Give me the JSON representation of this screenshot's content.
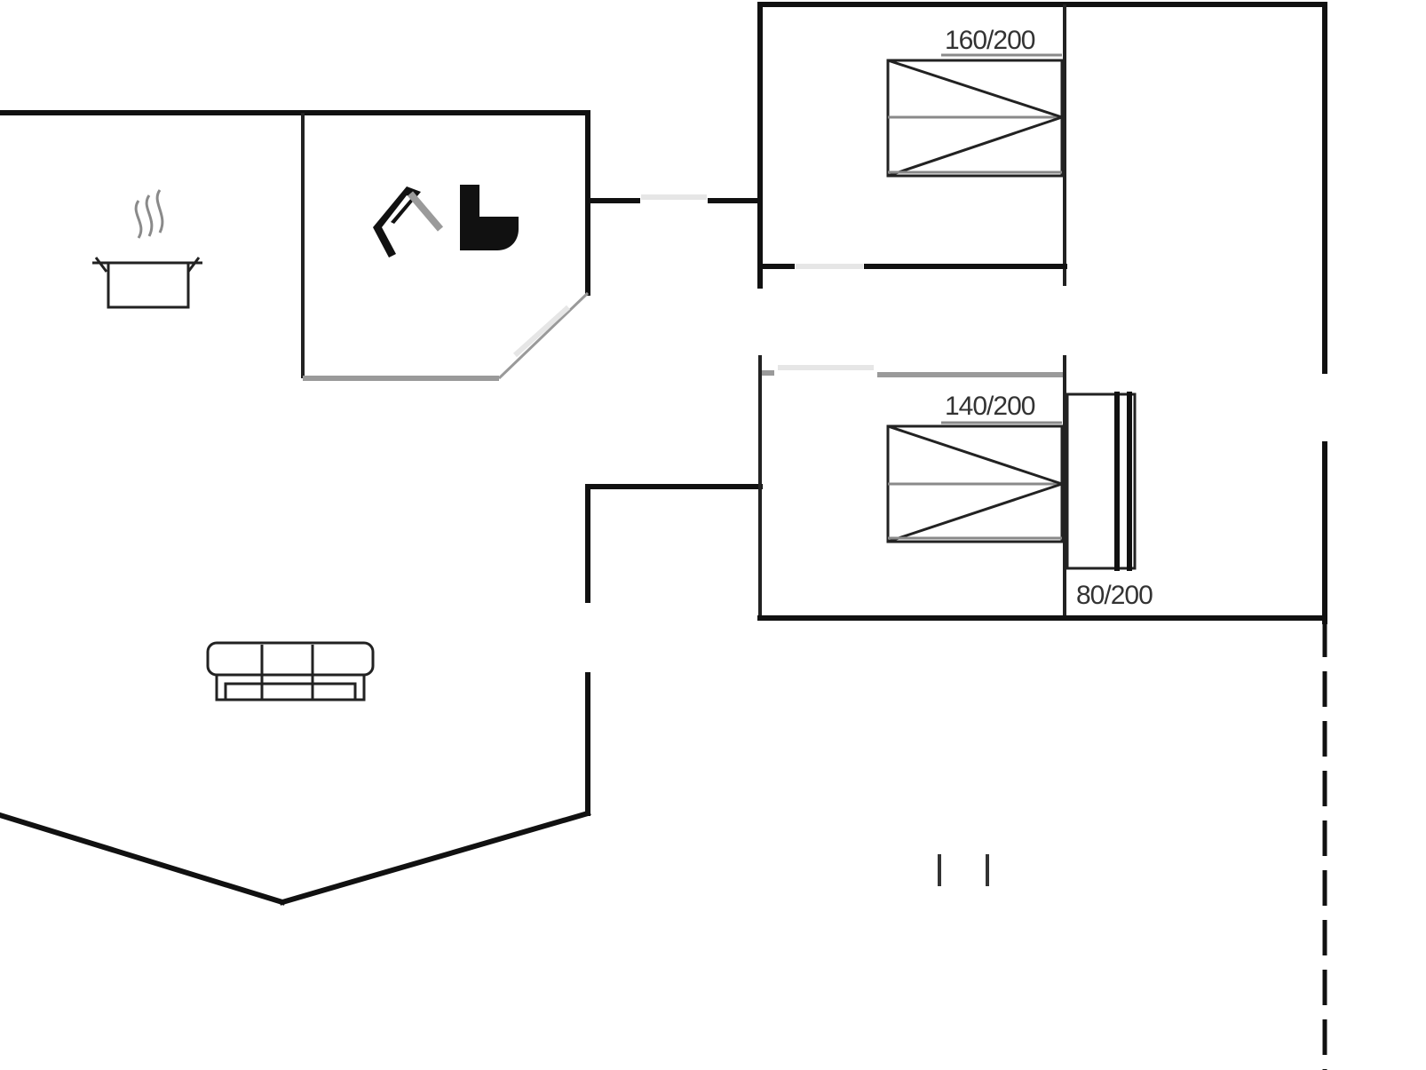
{
  "beds": {
    "upper": "160/200",
    "lower": "140/200",
    "extra": "80/200"
  },
  "icons": {
    "kitchen": "cooking-pot-icon",
    "bathroom": "shower-toilet-icon",
    "living": "sofa-icon",
    "bed": "double-bed-icon",
    "single_bed": "single-bed-icon"
  }
}
